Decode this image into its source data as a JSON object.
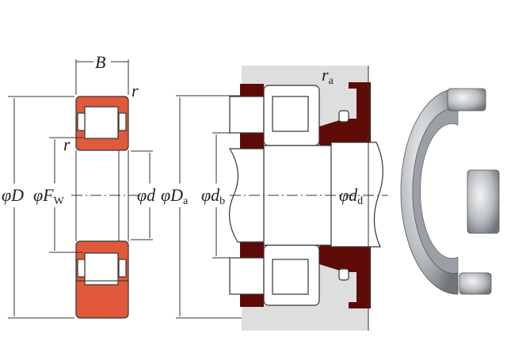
{
  "labels": {
    "width": "B",
    "radius": "r",
    "radius_inner": "r",
    "phi": "φ",
    "outer_diameter": "D",
    "roller_diameter": "F",
    "roller_sub": "W",
    "bore": "d",
    "housing_diameter": "D",
    "housing_sub": "a",
    "shoulder_diameter": "d",
    "shoulder_sub": "b",
    "fillet": "r",
    "fillet_sub": "a",
    "shaft_diameter": "d",
    "shaft_sub": "d"
  },
  "colors": {
    "ring": "#e0593a",
    "housing_section": "#5e0b08",
    "housing": "#dedede"
  }
}
